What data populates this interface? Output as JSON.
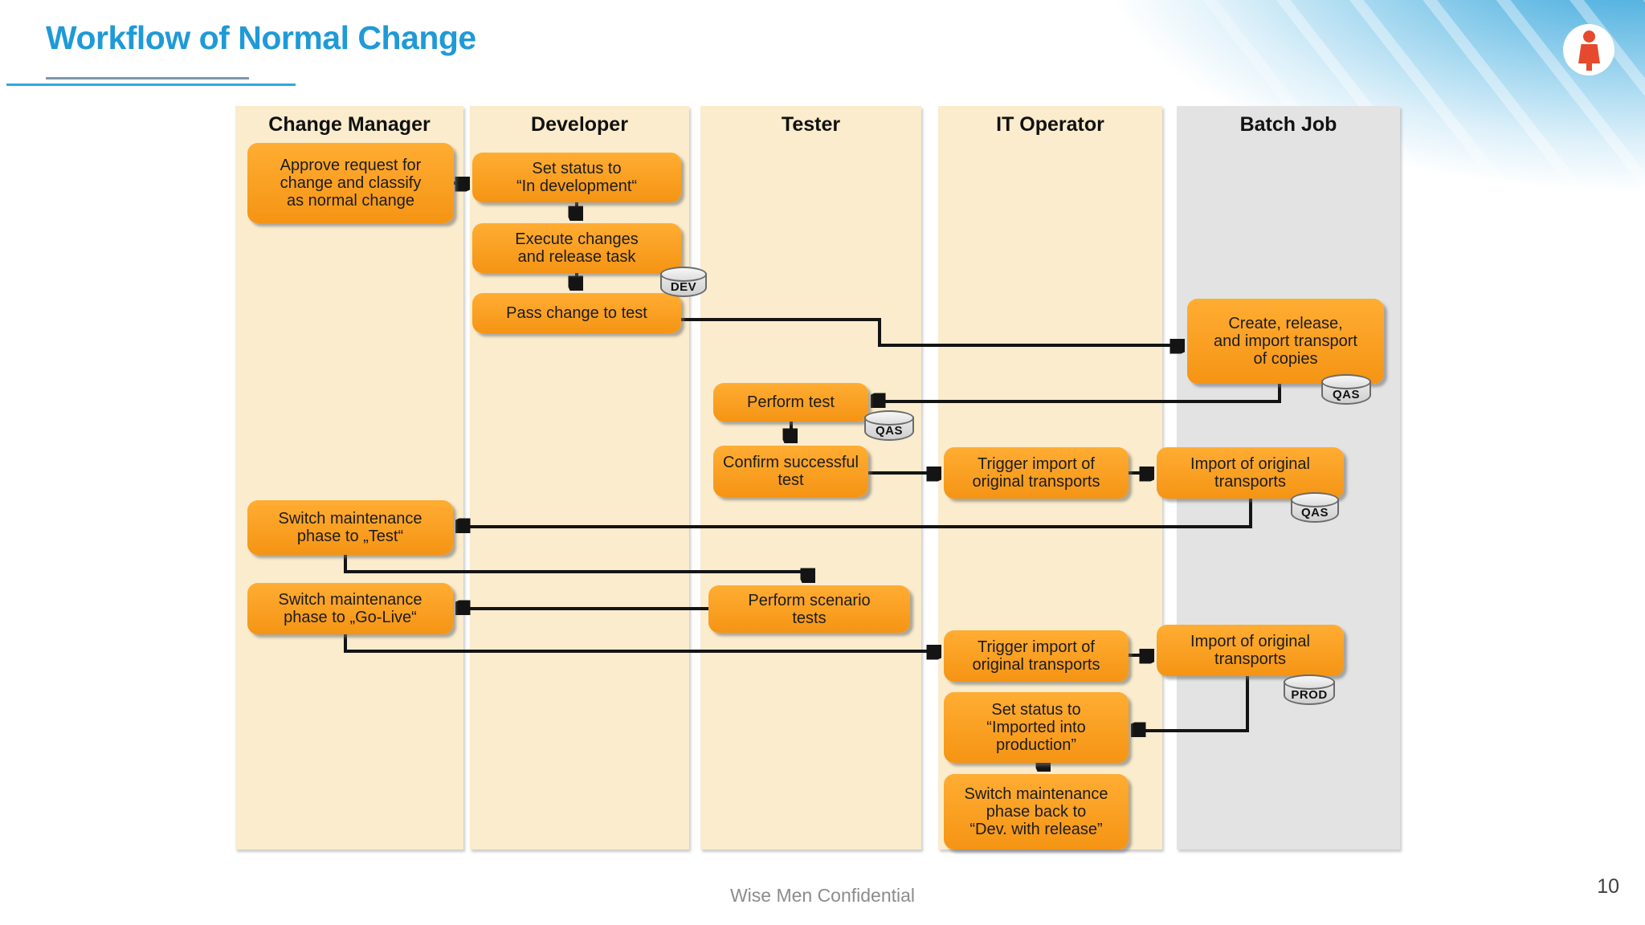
{
  "slide": {
    "title": "Workflow of Normal Change",
    "footer_text": "Wise Men Confidential",
    "page_number": "10"
  },
  "colors": {
    "title_blue": "#1F9AD7",
    "box_orange": "#F89C1C",
    "lane_cream": "#FAECCC",
    "lane_gray": "#E3E3E3",
    "arrow_black": "#141414",
    "logo_red": "#E64A2E",
    "swoosh_blue": "#2F9FD6"
  },
  "lanes": [
    {
      "id": "change-manager",
      "label": "Change Manager"
    },
    {
      "id": "developer",
      "label": "Developer"
    },
    {
      "id": "tester",
      "label": "Tester"
    },
    {
      "id": "it-operator",
      "label": "IT Operator"
    },
    {
      "id": "batch-job",
      "label": "Batch Job"
    }
  ],
  "nodes": {
    "approve": "Approve request for\nchange and classify\nas normal change",
    "set_status_dev": "Set status to\n“In development“",
    "execute": "Execute changes\nand release task",
    "pass": "Pass change to test",
    "create": "Create, release,\nand import transport\nof copies",
    "perform_test": "Perform test",
    "confirm": "Confirm successful\ntest",
    "trigger1": "Trigger import of\noriginal transports",
    "import1": "Import of original\ntransports",
    "switch_test": "Switch maintenance\nphase to „Test“",
    "perform_scenario": "Perform scenario\ntests",
    "switch_golive": "Switch maintenance\nphase to „Go-Live“",
    "trigger2": "Trigger import of\noriginal transports",
    "import2": "Import of original\ntransports",
    "set_status_prod": "Set status to\n“Imported into\nproduction”",
    "switch_back": "Switch maintenance\nphase back to\n“Dev. with release”"
  },
  "cylinders": {
    "dev": "DEV",
    "qas_create": "QAS",
    "qas_test": "QAS",
    "qas_import": "QAS",
    "prod": "PROD"
  }
}
